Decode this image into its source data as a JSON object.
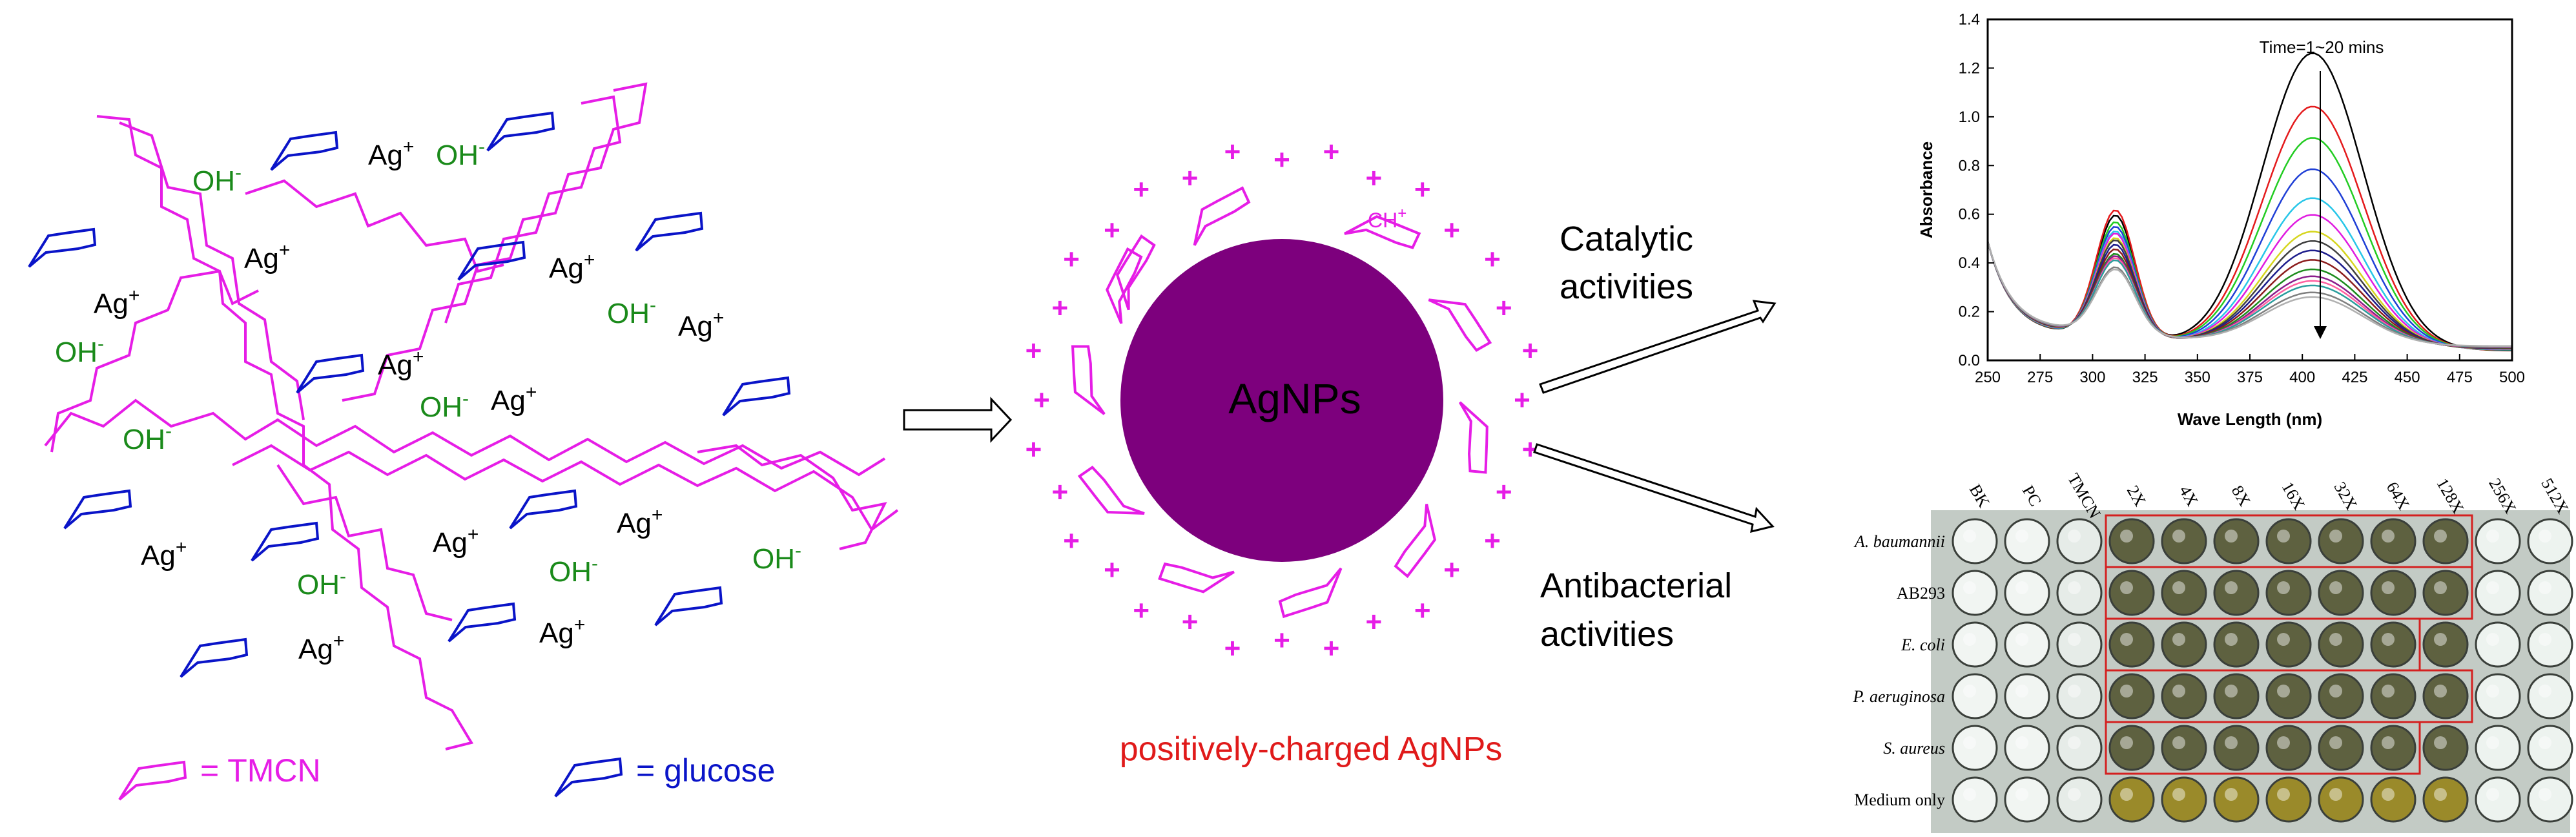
{
  "left_panel": {
    "ions": {
      "ag": "Ag",
      "ag_charge": "+",
      "oh": "OH",
      "oh_charge": "-"
    },
    "legend": {
      "tmcn": "= TMCN",
      "glucose": "= glucose"
    }
  },
  "center_panel": {
    "particle_label": "AgNPs",
    "charge_symbol": "+",
    "ch_group": "CH",
    "ch_charge": "+",
    "caption": "positively-charged AgNPs"
  },
  "right_labels": {
    "catalytic_line1": "Catalytic",
    "catalytic_line2": "activities",
    "antibacterial_line1": "Antibacterial",
    "antibacterial_line2": "activities"
  },
  "colors": {
    "tmcn": "#e61de6",
    "glucose": "#0a14c8",
    "hydroxide": "#1a8a1a",
    "particle": "#7d007d",
    "caption": "#e01a1a",
    "grid_box": "#d42020"
  },
  "chart_data": {
    "type": "line",
    "title": "",
    "annotation": "Time=1~20 mins",
    "xlabel": "Wave Length (nm)",
    "ylabel": "Absorbance",
    "xlim": [
      250,
      500
    ],
    "ylim": [
      0.0,
      1.4
    ],
    "x_ticks": [
      "250",
      "275",
      "300",
      "325",
      "350",
      "375",
      "400",
      "425",
      "450",
      "475",
      "500"
    ],
    "y_ticks": [
      "0.0",
      "0.2",
      "0.4",
      "0.6",
      "0.8",
      "1.0",
      "1.2",
      "1.4"
    ],
    "grid": false,
    "legend": "none",
    "peak_wavelength": 405,
    "series_colors": [
      "#000000",
      "#e41a1c",
      "#22cc22",
      "#1f3fd6",
      "#27c6e8",
      "#e01be0",
      "#d6d61e",
      "#404040",
      "#1d1d8c",
      "#8c1d1d",
      "#1d8c1d",
      "#8c1d8c",
      "#ff5fa0",
      "#2a9d9d",
      "#7f7f7f",
      "#b0b0b0"
    ],
    "peak_absorbance": [
      1.22,
      1.0,
      0.87,
      0.74,
      0.62,
      0.55,
      0.48,
      0.44,
      0.4,
      0.36,
      0.32,
      0.29,
      0.27,
      0.25,
      0.22,
      0.2
    ],
    "shoulder_absorbance": [
      0.6,
      0.62,
      0.57,
      0.55,
      0.53,
      0.52,
      0.5,
      0.49,
      0.47,
      0.45,
      0.43,
      0.42,
      0.41,
      0.4,
      0.37,
      0.36
    ]
  },
  "plate": {
    "column_labels": [
      "BK",
      "PC",
      "TMCN",
      "2X",
      "4X",
      "8X",
      "16X",
      "32X",
      "64X",
      "128X",
      "256X",
      "512X"
    ],
    "row_labels": [
      "A. baumannii",
      "AB293",
      "E. coli",
      "P. aeruginosa",
      "S. aureus",
      "Medium only"
    ],
    "row_label_italic": [
      true,
      false,
      true,
      true,
      true,
      false
    ],
    "boxed_column_ranges": [
      [
        3,
        9
      ],
      [
        3,
        9
      ],
      [
        3,
        8
      ],
      [
        3,
        9
      ],
      [
        3,
        8
      ]
    ]
  }
}
